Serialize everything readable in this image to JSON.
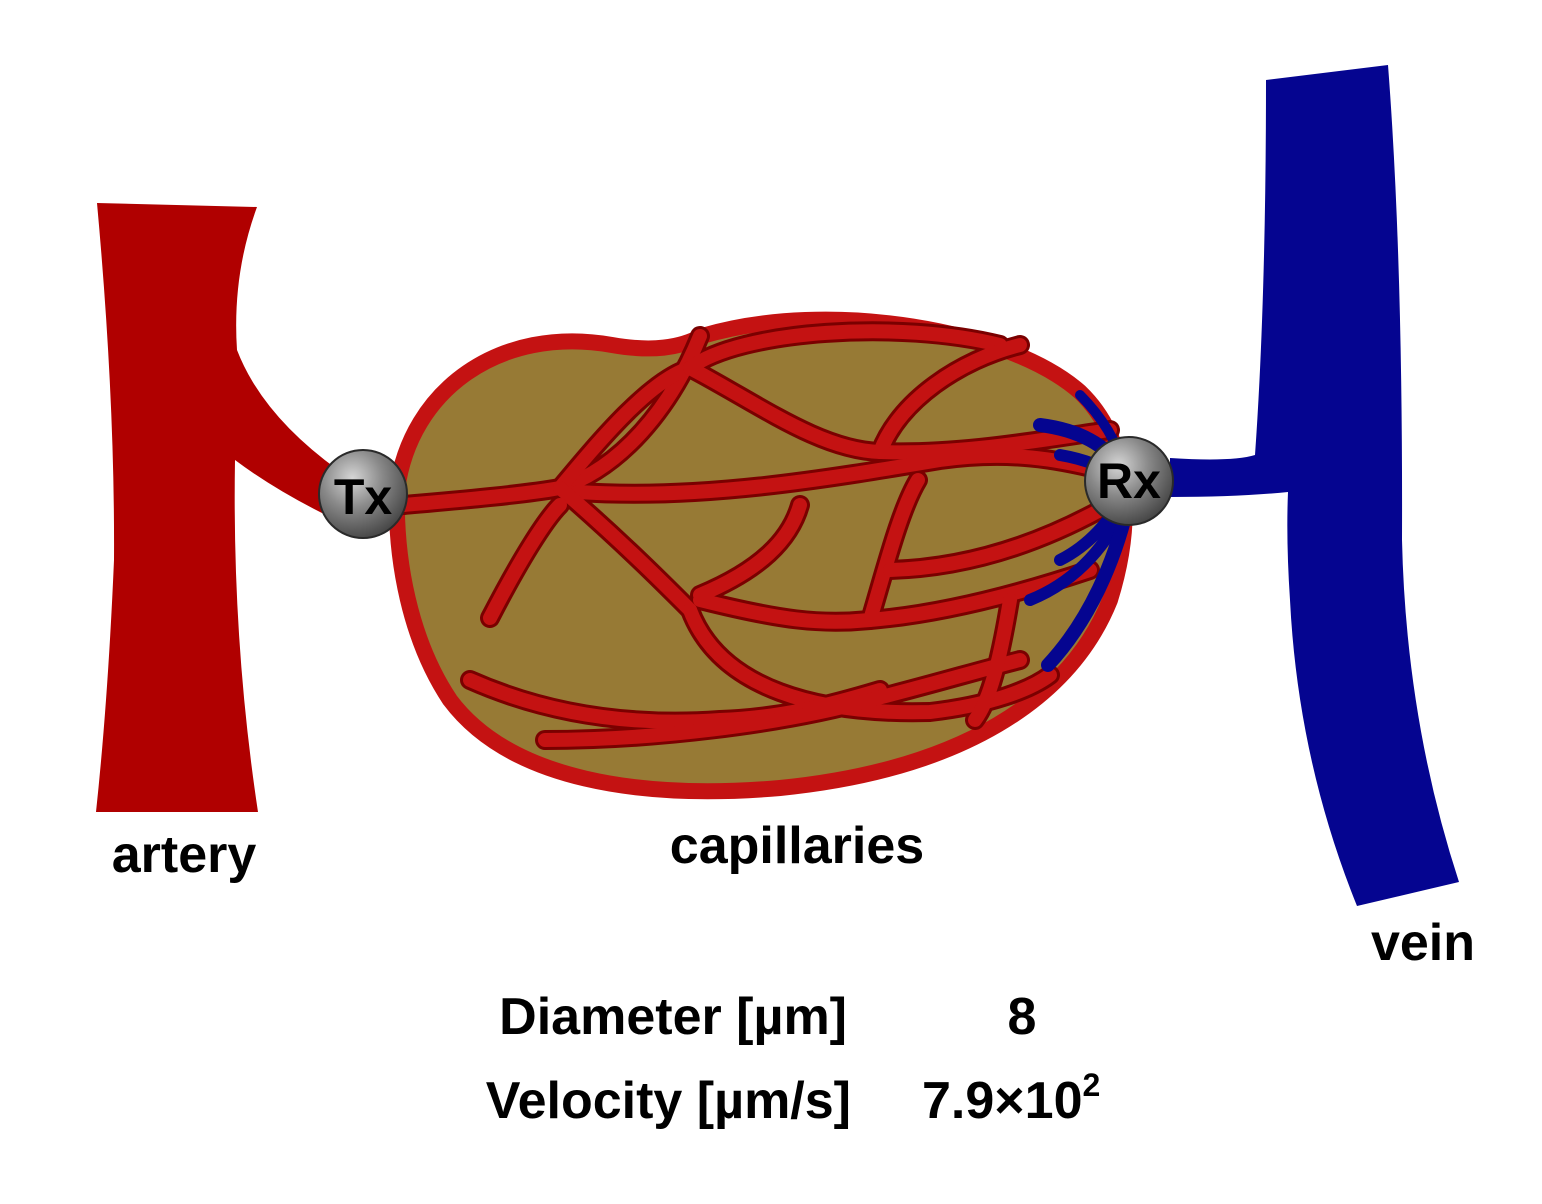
{
  "labels": {
    "artery": "artery",
    "capillaries": "capillaries",
    "vein": "vein"
  },
  "nodes": {
    "transmitter": "Tx",
    "receiver": "Rx"
  },
  "properties": [
    {
      "name": "Diameter [µm]",
      "value": "8",
      "exponent": ""
    },
    {
      "name": "Velocity [µm/s]",
      "value": "7.9×10",
      "exponent": "2"
    }
  ],
  "colors": {
    "artery": "#b00000",
    "capillary": "#c41212",
    "capillary_outline": "#7a0000",
    "tissue": "#977a35",
    "vein": "#050590",
    "node_fill": "#777777"
  }
}
